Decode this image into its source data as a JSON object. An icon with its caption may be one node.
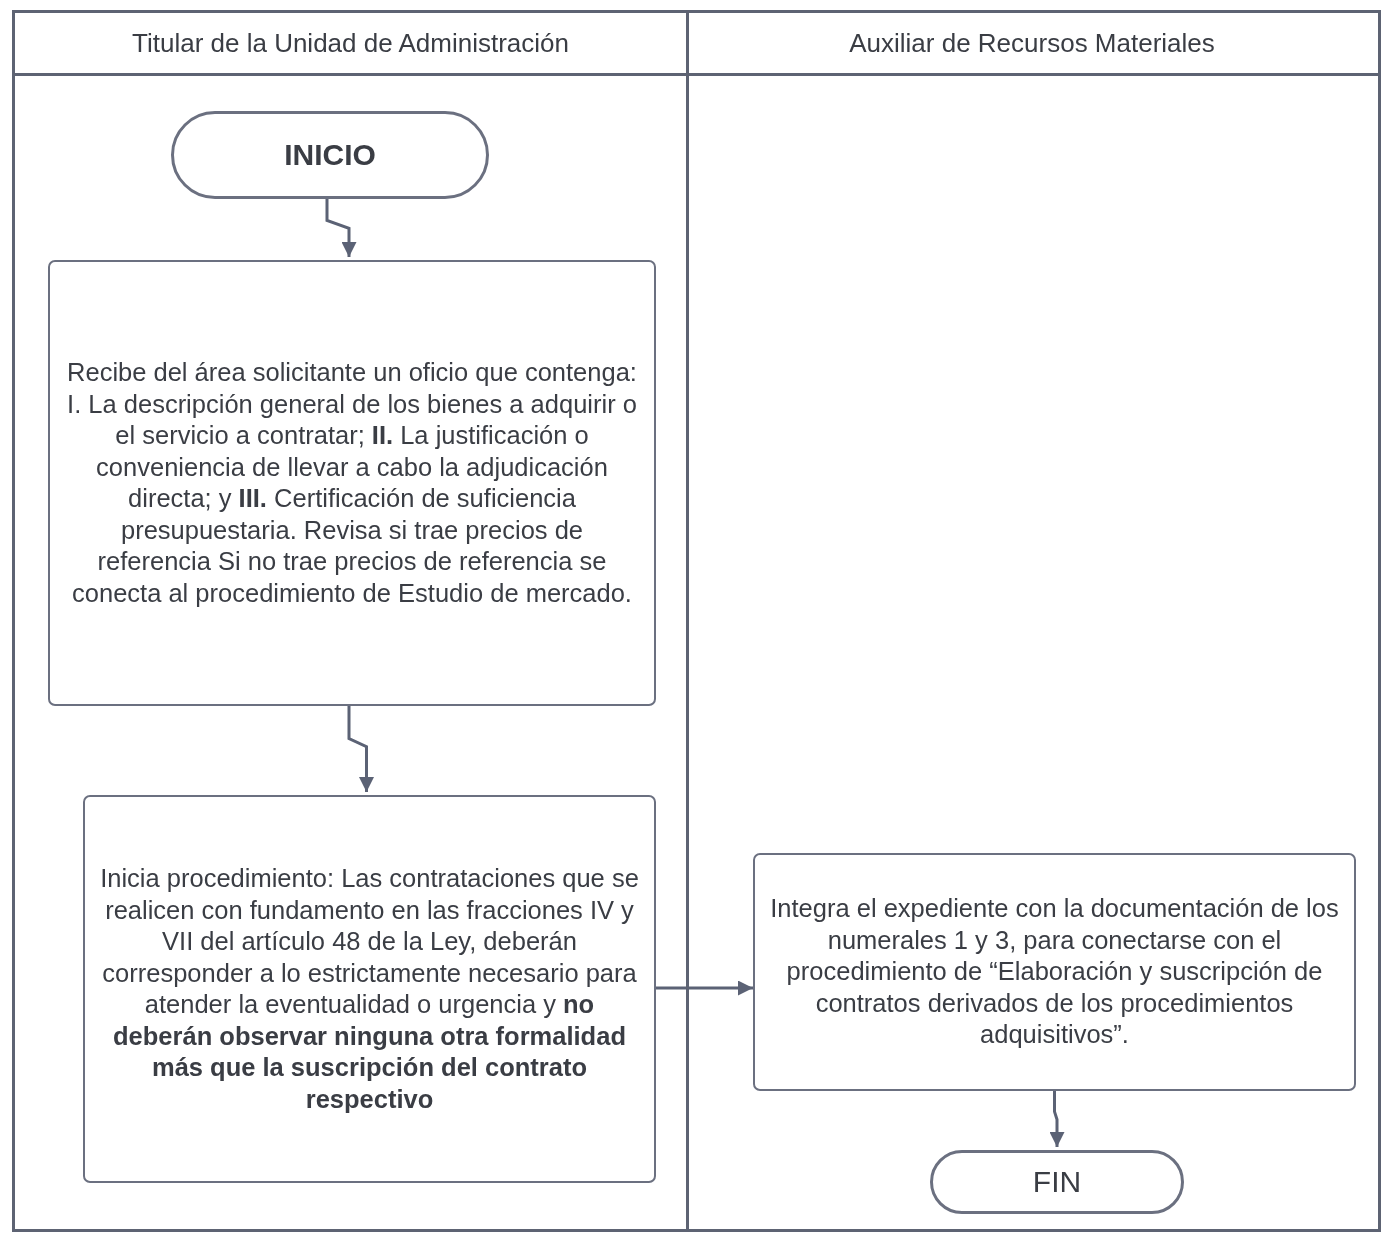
{
  "diagram": {
    "nodes": [
      {
        "text": [
          "Titular de la Unidad de Administración"
        ]
      },
      {
        "text": [
          "Auxiliar de Recursos Materiales"
        ]
      },
      {
        "text": [
          "INICIO"
        ],
        "in": 0
      },
      {
        "text": [
          "Recibe del área solicitante un oficio que contenga: I. La descripción general de los bienes a adquirir o el servicio a contratar; **II.** La justificación o conveniencia de llevar a cabo la adjudicación directa; y **III.** Certificación de suficiencia presupuestaria. Revisa si trae precios de referencia Si no trae precios de referencia se conecta al procedimiento de Estudio de mercado."
        ],
        "in": 0
      },
      {
        "text": [
          "Inicia procedimiento: Las contrataciones que se realicen con fundamento en las fracciones IV y VII del artículo 48 de la Ley, deberán corresponder a lo estrictamente necesario para atender la eventualidad o urgencia y **no deberán observar ninguna otra formalidad más que la suscripción del contrato respectivo**"
        ],
        "in": 0
      },
      {
        "text": [
          "Integra el expediente con la documentación de los numerales 1 y 3, para conectarse con el procedimiento de “Elaboración y suscripción de contratos derivados de los procedimientos adquisitivos”."
        ],
        "in": 1
      },
      {
        "text": [
          "FIN"
        ],
        "in": 1
      }
    ],
    "edges": [
      {
        "from": 2,
        "to": 3,
        "arrow": "to"
      },
      {
        "from": 3,
        "to": 4,
        "arrow": "to"
      },
      {
        "from": 4,
        "to": 5,
        "arrow": "to"
      },
      {
        "from": 5,
        "to": 6,
        "arrow": "to"
      }
    ]
  }
}
